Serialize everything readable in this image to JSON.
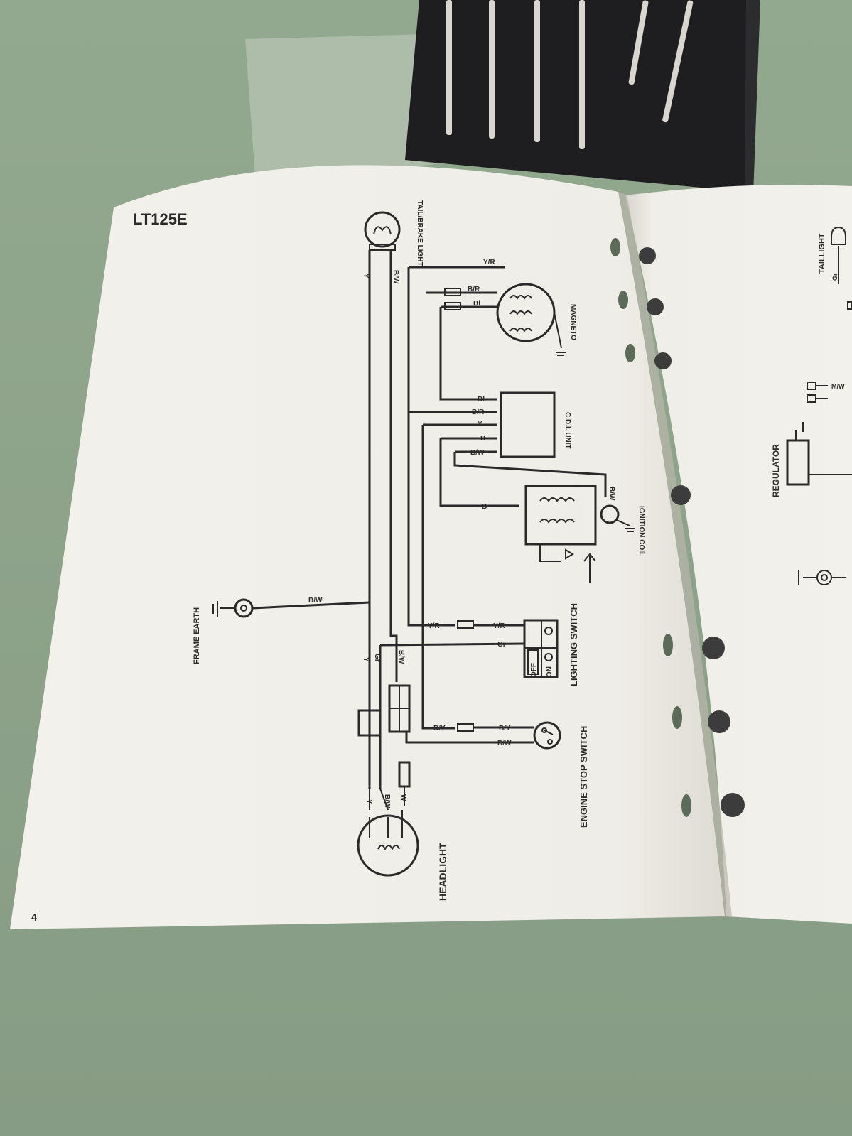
{
  "page_left": {
    "model": "LT125E",
    "page_number": "4"
  },
  "components": {
    "tail_brake_light": "TAIL/BRAKE LIGHT",
    "magneto": "MAGNETO",
    "cdi_unit": "C.D.I. UNIT",
    "ignition_coil": "IGNITION COIL",
    "frame_earth": "FRAME EARTH",
    "lighting_switch": "LIGHTING SWITCH",
    "lighting_switch_off": "OFF",
    "lighting_switch_on": "ON",
    "engine_stop_switch": "ENGINE STOP SWITCH",
    "headlight": "HEADLIGHT"
  },
  "wires": {
    "y": "Y",
    "bw": "B/W",
    "yr": "Y/R",
    "br": "B/R",
    "bl": "Bl",
    "b": "B",
    "by": "B/Y",
    "gr": "Gr",
    "w": "W"
  },
  "page_right": {
    "taillight": "TAILLIGHT",
    "regulator": "REGULATOR",
    "gr": "Gr",
    "mw": "M/W"
  },
  "colors": {
    "tablecloth": "#8fa58c",
    "paper": "#f2f0ea",
    "ink": "#2a2a2a",
    "stand": "#1e1e20"
  }
}
